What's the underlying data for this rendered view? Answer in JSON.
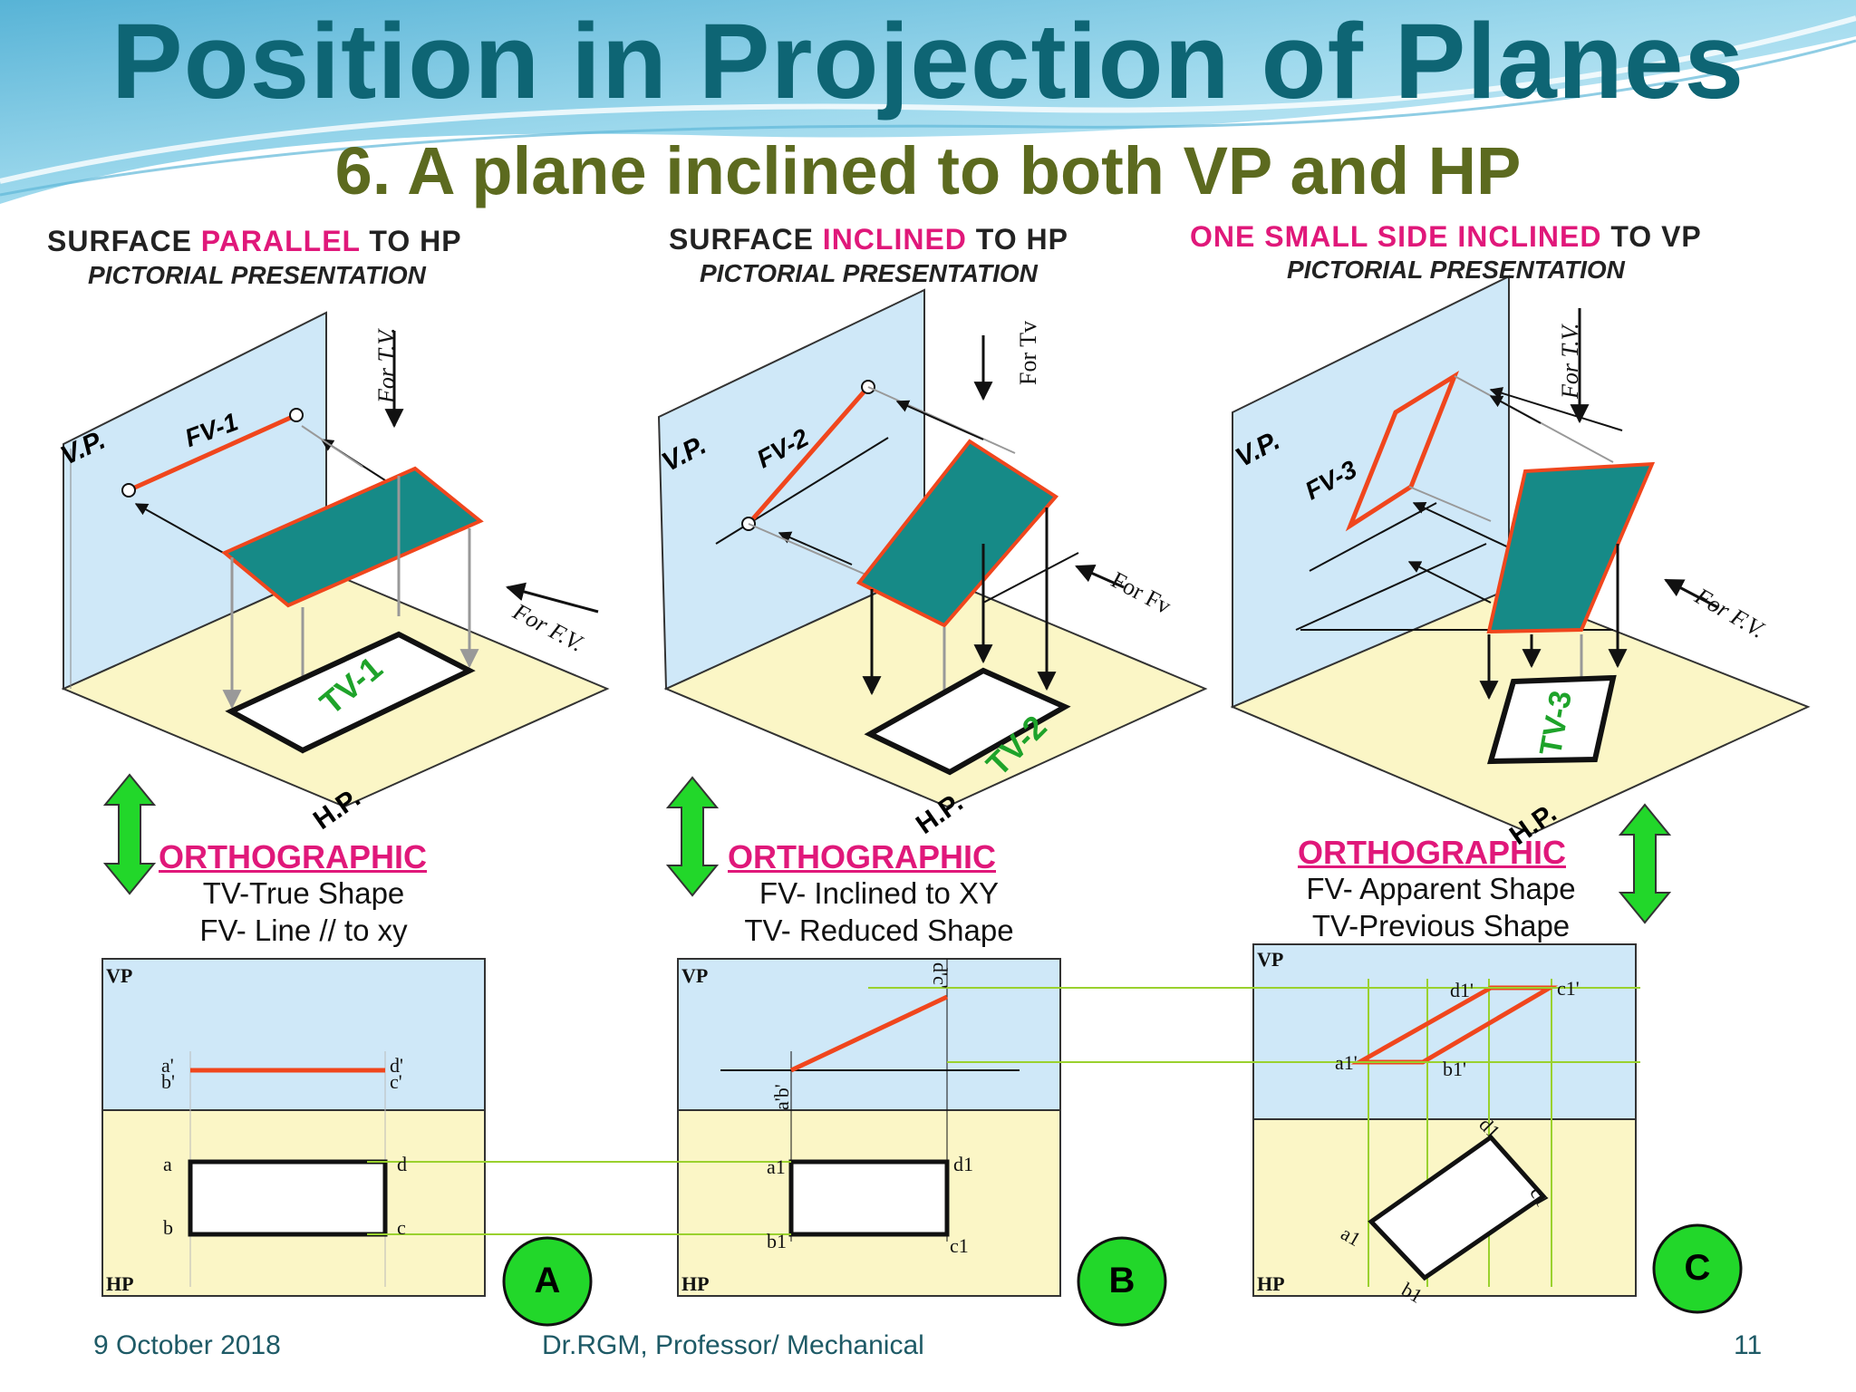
{
  "header": {
    "title": "Position in Projection of Planes",
    "subtitle": "6. A plane inclined to both VP  and HP"
  },
  "panels": [
    {
      "caption_parts": [
        "SURFACE ",
        "PARALLEL",
        " TO HP"
      ],
      "caption_sub": "PICTORIAL PRESENTATION",
      "vp_label": "V.P.",
      "hp_label": "H.P.",
      "fv_label": "FV-1",
      "tv_label": "TV-1",
      "for_tv": "For T.V.",
      "for_fv": "For F.V.",
      "ortho_heading": "ORTHOGRAPHIC",
      "ortho_lines": [
        "TV-True Shape",
        "FV- Line // to xy"
      ],
      "circle_label": "A",
      "view_vp": "VP",
      "view_hp": "HP"
    },
    {
      "caption_parts": [
        "SURFACE ",
        "INCLINED",
        " TO HP"
      ],
      "caption_sub": "PICTORIAL PRESENTATION",
      "vp_label": "V.P.",
      "hp_label": "H.P.",
      "fv_label": "FV-2",
      "tv_label": "TV-2",
      "for_tv": "For Tv",
      "for_fv": "For Fv",
      "ortho_heading": "ORTHOGRAPHIC",
      "ortho_lines": [
        "FV- Inclined to XY",
        "TV- Reduced Shape"
      ],
      "circle_label": "B",
      "view_vp": "VP",
      "view_hp": "HP"
    },
    {
      "caption_parts": [
        "",
        "ONE SMALL SIDE INCLINED",
        " TO VP"
      ],
      "caption_sub": "PICTORIAL PRESENTATION",
      "vp_label": "V.P.",
      "hp_label": "H.P.",
      "fv_label": "FV-3",
      "tv_label": "TV-3",
      "for_tv": "For T.V.",
      "for_fv": "For F.V.",
      "ortho_heading": "ORTHOGRAPHIC",
      "ortho_lines": [
        "FV- Apparent Shape",
        "TV-Previous Shape"
      ],
      "circle_label": "C",
      "view_vp": "VP",
      "view_hp": "HP"
    }
  ],
  "point_labels": {
    "a_top": "a'",
    "b_top": "b'",
    "d_top": "d'",
    "c_top": "c'",
    "a": "a",
    "b": "b",
    "c": "c",
    "d": "d",
    "ab2": "a'b'",
    "dc2": "d'c'",
    "a1": "a1",
    "b1": "b1",
    "c1": "c1",
    "d1": "d1",
    "a1p": "a1'",
    "b1p": "b1'",
    "c1p": "c1'",
    "d1p": "d1'"
  },
  "colors": {
    "title": "#0e6574",
    "subtitle": "#5c6a1f",
    "highlight": "#e0187a",
    "vp_fill": "#cfe8f8",
    "hp_fill": "#fbf6c6",
    "plane_fill": "#168a87",
    "edge_red": "#f0461d",
    "green_arrow": "#22d72a",
    "proj_line": "#9ad12e",
    "tv_text": "#1ea32a"
  },
  "footer": {
    "date": "9 October 2018",
    "author": "Dr.RGM, Professor/ Mechanical",
    "page": "11"
  }
}
